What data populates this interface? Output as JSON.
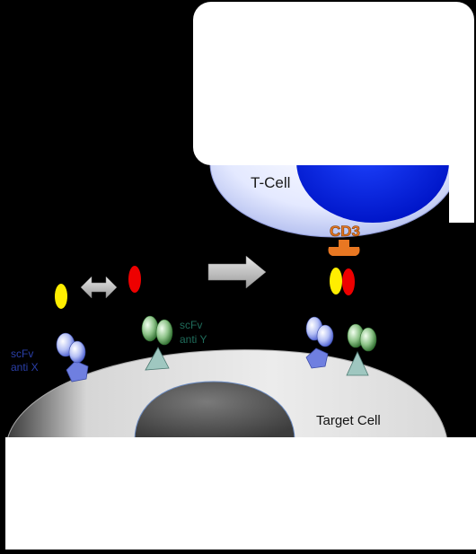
{
  "labels": {
    "t_cell": "T-Cell",
    "cd3": "CD3",
    "scfv_x_line1": "scFv",
    "scfv_x_line2": "anti X",
    "scfv_y_line1": "scFv",
    "scfv_y_line2": "anti Y",
    "target_cell": "Target Cell"
  },
  "colors": {
    "background": "#000000",
    "panel": "#ffffff",
    "t_cell_membrane": "#dfe6ff",
    "t_cell_nucleus": "#0a2bff",
    "cd3": "#e87722",
    "yellow_ligand": "#ffee00",
    "red_ligand": "#ee0000",
    "scfv_x": "#6f7fe0",
    "scfv_y": "#3f8a3f",
    "target_cell": "#e3e3e3",
    "target_nucleus": "#555555",
    "label_x": "#2a3fa8",
    "label_y": "#1f6b5a"
  },
  "icons": {
    "equilibrium": "double-headed-arrow-icon",
    "process": "right-arrow-icon"
  }
}
